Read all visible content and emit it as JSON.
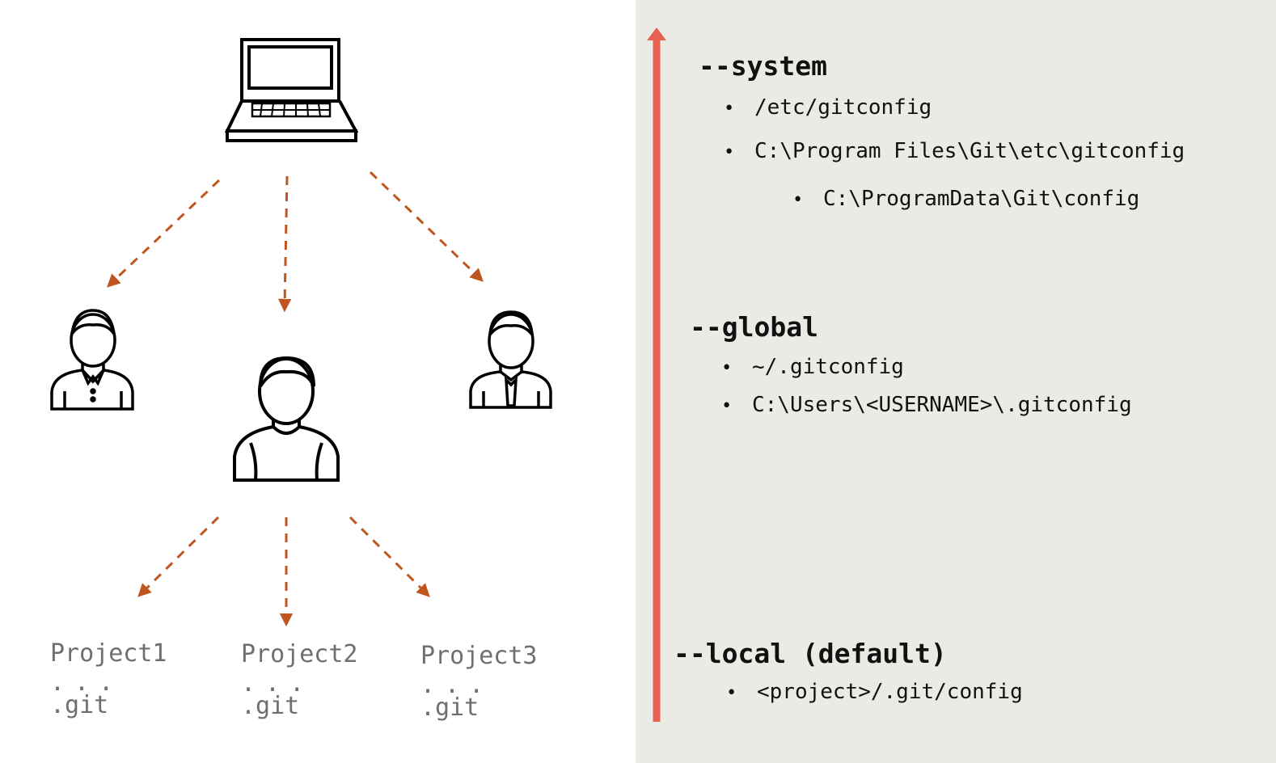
{
  "projects": [
    {
      "name": "Project1",
      "dots": "...",
      "git": ".git"
    },
    {
      "name": "Project2",
      "dots": "...",
      "git": ".git"
    },
    {
      "name": "Project3",
      "dots": "...",
      "git": ".git"
    }
  ],
  "levels": {
    "system": {
      "title": "--system",
      "paths": [
        "/etc/gitconfig",
        "C:\\Program Files\\Git\\etc\\gitconfig",
        "C:\\ProgramData\\Git\\config"
      ]
    },
    "global": {
      "title": "--global",
      "paths": [
        "~/.gitconfig",
        "C:\\Users\\<USERNAME>\\.gitconfig"
      ]
    },
    "local": {
      "title": "--local (default)",
      "paths": [
        "<project>/.git/config"
      ]
    }
  },
  "bullet_char": "•",
  "colors": {
    "arrow_dashed": "#c0561f",
    "scope_arrow": "#e8604f",
    "right_panel_bg": "#ebebe6",
    "project_text": "#6f6f6f"
  },
  "icons": [
    "laptop-icon",
    "user-polo-icon",
    "user-center-icon",
    "user-tie-icon"
  ]
}
